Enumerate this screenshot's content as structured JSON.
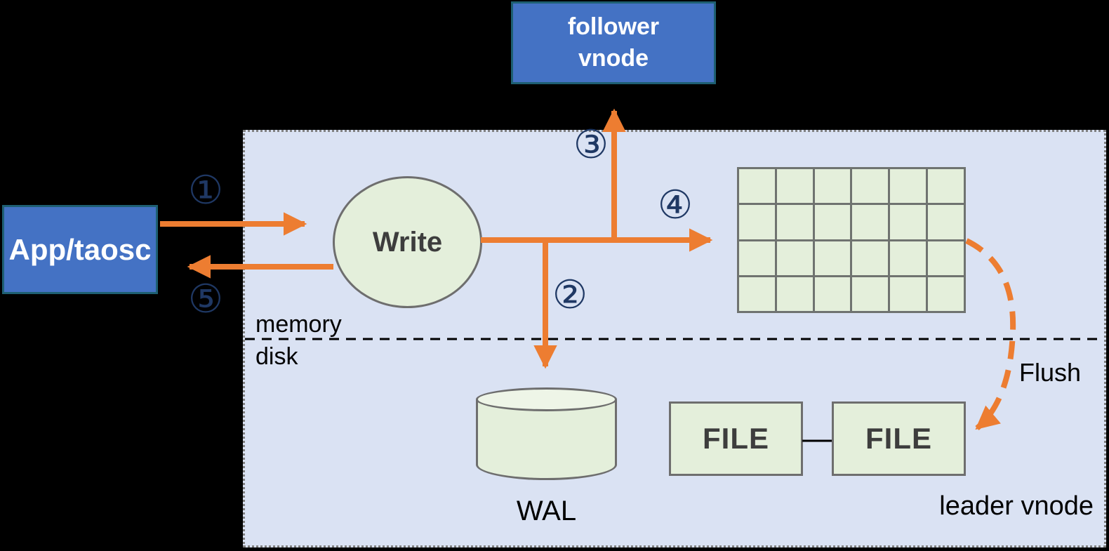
{
  "colors": {
    "background": "#000000",
    "panel_fill": "#dae2f3",
    "panel_border": "#7f7f7f",
    "node_blue_fill": "#4472c4",
    "node_blue_border": "#1e5f72",
    "shape_green_fill": "#e4efdb",
    "shape_green_light": "#eef5e7",
    "shape_border_gray": "#6e6e6e",
    "arrow_orange": "#ed7d31",
    "step_number_navy": "#1f3864",
    "dark_text": "#3d3d3d",
    "black_text": "#000000"
  },
  "nodes": {
    "follower_vnode": {
      "lines": [
        "follower",
        "vnode"
      ]
    },
    "app": {
      "label": "App/taosc"
    },
    "write": {
      "label": "Write"
    },
    "mem_table": {
      "rows": 4,
      "cols": 6
    },
    "wal": {
      "label": "WAL"
    },
    "file_left": {
      "label": "FILE"
    },
    "file_right": {
      "label": "FILE"
    }
  },
  "labels": {
    "memory": "memory",
    "disk": "disk",
    "flush": "Flush",
    "leader_vnode": "leader vnode"
  },
  "steps": {
    "s1": "①",
    "s2": "②",
    "s3": "③",
    "s4": "④",
    "s5": "⑤"
  }
}
